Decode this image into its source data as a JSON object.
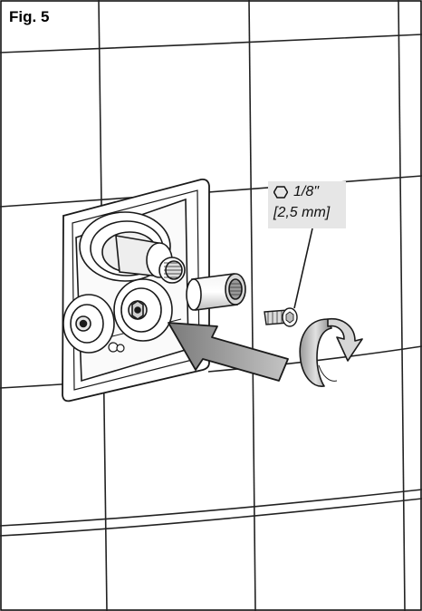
{
  "figure": {
    "label": "Fig. 5"
  },
  "tool_spec": {
    "icon": "hex-key-icon",
    "size_imperial": "1/8\"",
    "size_metric": "[2,5 mm]"
  },
  "colors": {
    "line": "#1a1a1a",
    "spec_background": "#e6e6e6",
    "arrow_fill": "#9e9e9e",
    "tile_grout": "#222222"
  }
}
